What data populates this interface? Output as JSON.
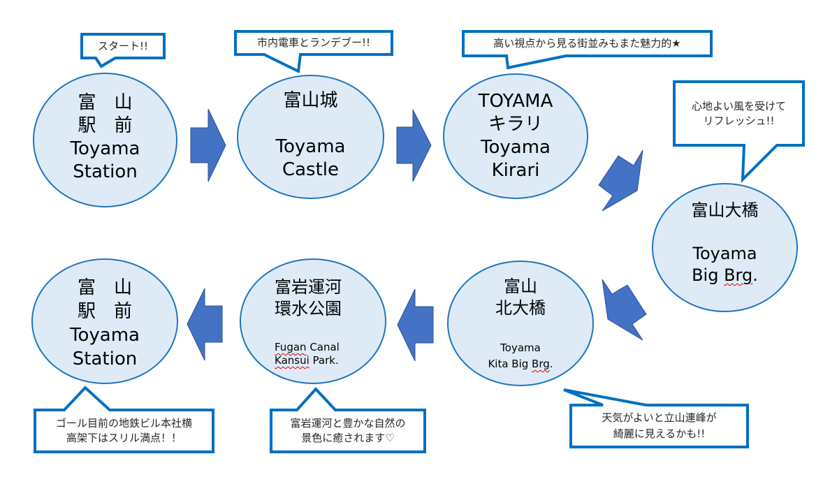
{
  "stops": [
    {
      "ja": [
        "富　山",
        "駅　前"
      ],
      "en": [
        "Toyama",
        "Station"
      ]
    },
    {
      "ja": [
        "富山城"
      ],
      "en": [
        "Toyama",
        "Castle"
      ]
    },
    {
      "ja": [
        "TOYAMA",
        "キラリ"
      ],
      "en": [
        "Toyama",
        "Kirari"
      ]
    },
    {
      "ja": [
        "富山大橋"
      ],
      "en": [
        "Toyama",
        [
          "Big ",
          "Brg",
          "."
        ]
      ]
    },
    {
      "ja": [
        "富山",
        "北大橋"
      ],
      "en": [
        "Toyama",
        [
          "Kita Big ",
          "Brg",
          "."
        ]
      ]
    },
    {
      "ja": [
        "富岩運河",
        "環水公園"
      ],
      "en": [
        [
          "",
          "Fugan",
          " Canal"
        ],
        [
          "",
          "Kansui",
          " Park."
        ]
      ]
    },
    {
      "ja": [
        "富　山",
        "駅　前"
      ],
      "en": [
        "Toyama",
        "Station"
      ]
    }
  ],
  "spellcheck_flagged_words": [
    "Brg",
    "Fugan",
    "Kansui"
  ],
  "callouts": [
    {
      "stop": 0,
      "lines": [
        "スタート!!"
      ]
    },
    {
      "stop": 1,
      "lines": [
        "市内電車とランデブー!!"
      ]
    },
    {
      "stop": 2,
      "lines": [
        "高い視点から見る街並みもまた魅力的★"
      ]
    },
    {
      "stop": 3,
      "lines": [
        "心地よい風を受けて",
        "リフレッシュ!!"
      ]
    },
    {
      "stop": 4,
      "lines": [
        "天気がよいと立山連峰が",
        "綺麗に見えるかも!!"
      ]
    },
    {
      "stop": 5,
      "lines": [
        "富岩運河と豊かな自然の",
        "景色に癒されます♡"
      ]
    },
    {
      "stop": 6,
      "lines": [
        "ゴール目前の地鉄ビル本社横",
        "高架下はスリル満点！！"
      ]
    }
  ],
  "arrows": [
    {
      "from": 0,
      "to": 1,
      "direction": "right"
    },
    {
      "from": 1,
      "to": 2,
      "direction": "right"
    },
    {
      "from": 2,
      "to": 3,
      "direction": "down-right"
    },
    {
      "from": 3,
      "to": 4,
      "direction": "down-left"
    },
    {
      "from": 4,
      "to": 5,
      "direction": "left"
    },
    {
      "from": 5,
      "to": 6,
      "direction": "left"
    }
  ],
  "colors": {
    "stop_fill": "#DEEBF7",
    "stop_border": "#1F76C0",
    "arrow_fill": "#4472C4",
    "arrow_border": "#2F528F",
    "callout_border": "#0070C0",
    "spellcheck_underline": "#E00000"
  }
}
